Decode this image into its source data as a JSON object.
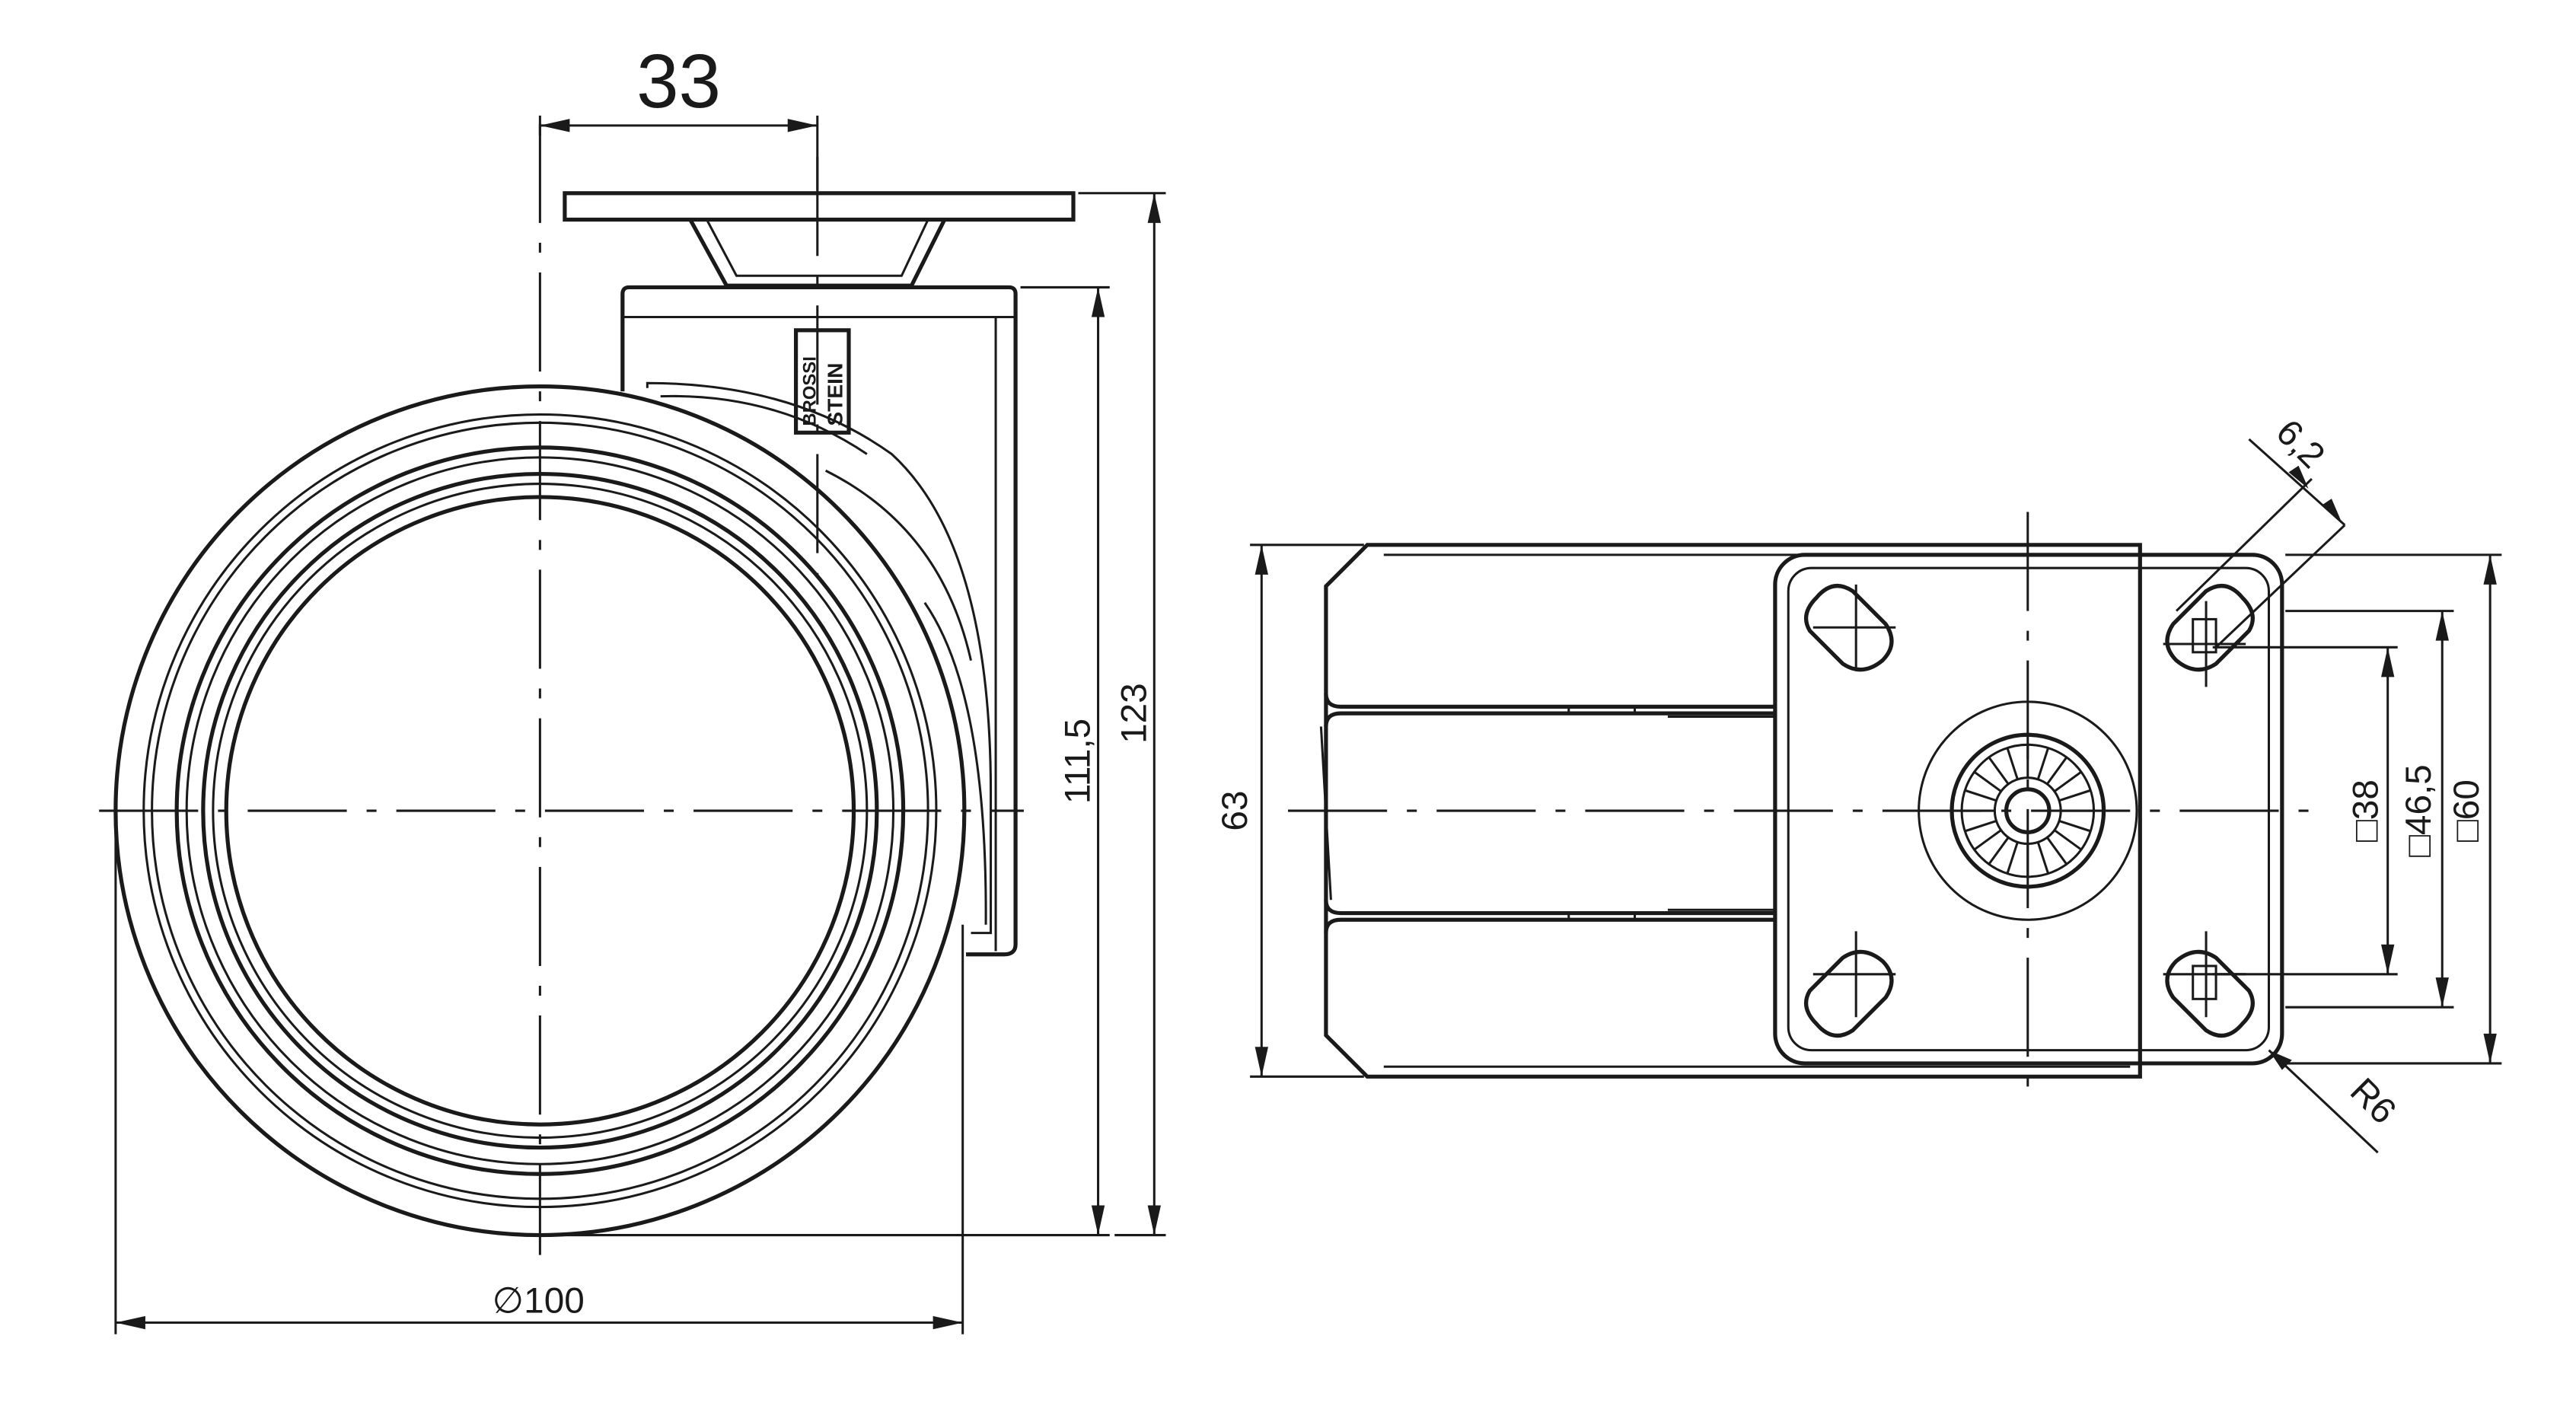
{
  "drawing": {
    "logo_text": "BROSSI"
  },
  "dimensions": {
    "offset": "33",
    "height_total": "123",
    "height_mid": "111,5",
    "wheel_diameter": "∅100",
    "width": "63",
    "slot": "6,2",
    "square_inner": "□38",
    "square_mid": "□46,5",
    "square_outer": "□60",
    "radius": "R6"
  },
  "colors": {
    "line": "#1a1a1a",
    "background": "#ffffff"
  }
}
